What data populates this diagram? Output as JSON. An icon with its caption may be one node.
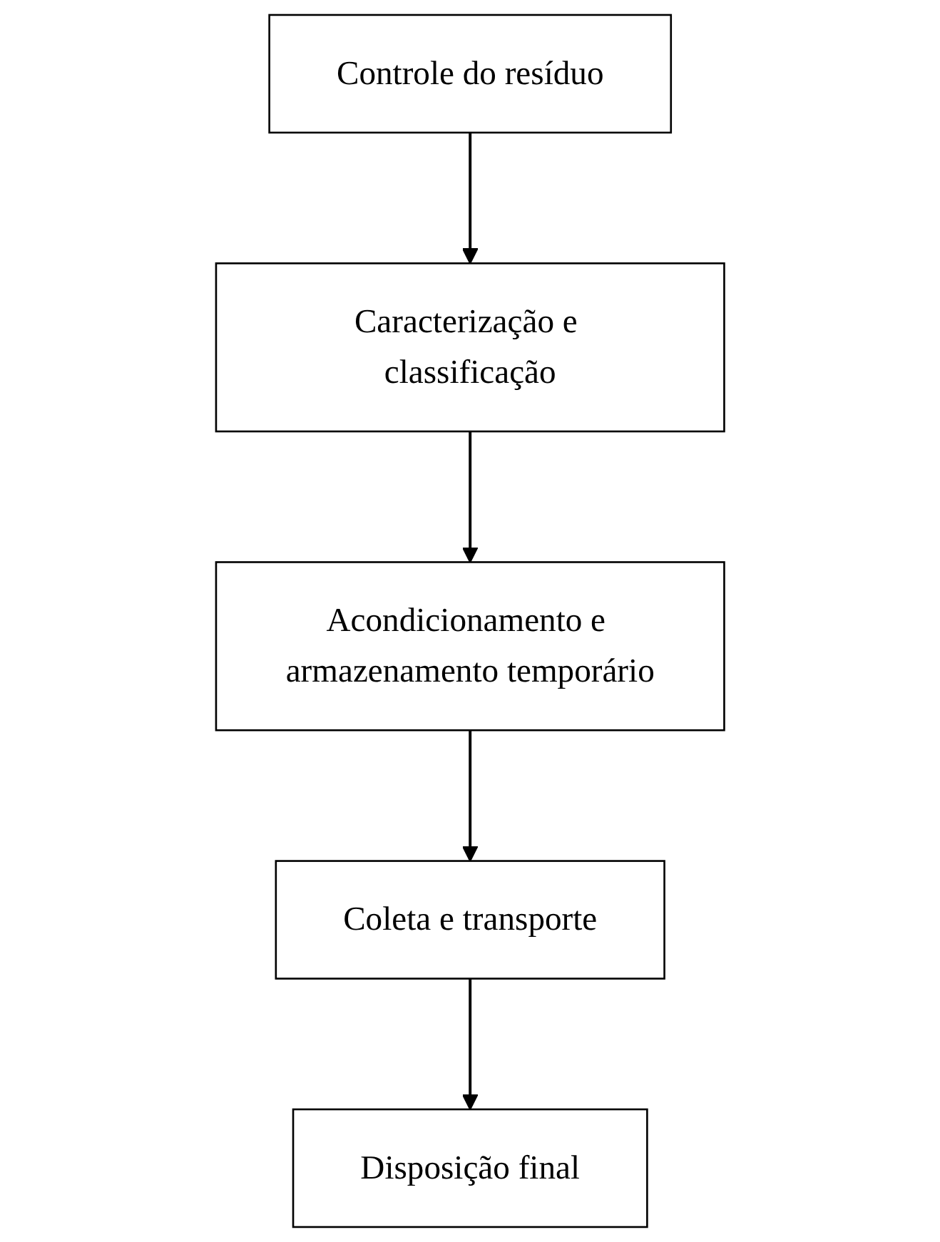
{
  "diagram": {
    "nodes": [
      {
        "text": [
          "Controle do resíduo"
        ]
      },
      {
        "text": [
          "Caracterização e classificação"
        ]
      },
      {
        "text": [
          "Acondicionamento e armazenamento temporário"
        ]
      },
      {
        "text": [
          "Coleta e transporte"
        ]
      },
      {
        "text": [
          "Disposição final"
        ]
      }
    ],
    "edges": [
      {
        "from": 0,
        "to": 1,
        "arrow": "to"
      },
      {
        "from": 1,
        "to": 2,
        "arrow": "to"
      },
      {
        "from": 2,
        "to": 3,
        "arrow": "to"
      },
      {
        "from": 3,
        "to": 4,
        "arrow": "to"
      }
    ]
  }
}
